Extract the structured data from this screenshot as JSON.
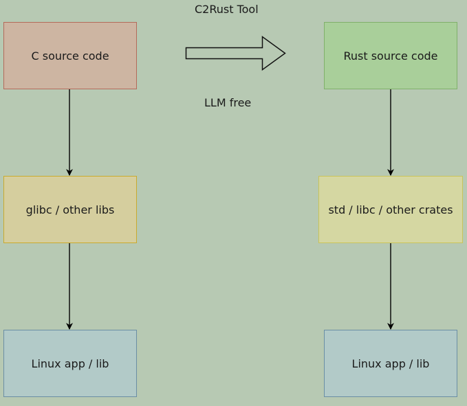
{
  "diagram": {
    "tool_label": "C2Rust Tool",
    "note_label": "LLM free",
    "left_column": {
      "source": "C source code",
      "libs": "glibc / other libs",
      "output": "Linux app / lib"
    },
    "right_column": {
      "source": "Rust source code",
      "libs": "std / libc / other crates",
      "output": "Linux app / lib"
    }
  },
  "colors": {
    "background": "#b7c9b3",
    "c_source_fill": "#cdb5a2",
    "c_source_border": "#b46a5a",
    "libs_fill": "#d5ce9e",
    "libs_border": "#c9aa2e",
    "linux_fill": "#b2cac8",
    "linux_border": "#6a8ea5",
    "rust_source_fill": "#a9cf9a",
    "rust_source_border": "#7fb06a",
    "crates_fill": "#d5d7a2",
    "crates_border": "#c9c45a"
  }
}
